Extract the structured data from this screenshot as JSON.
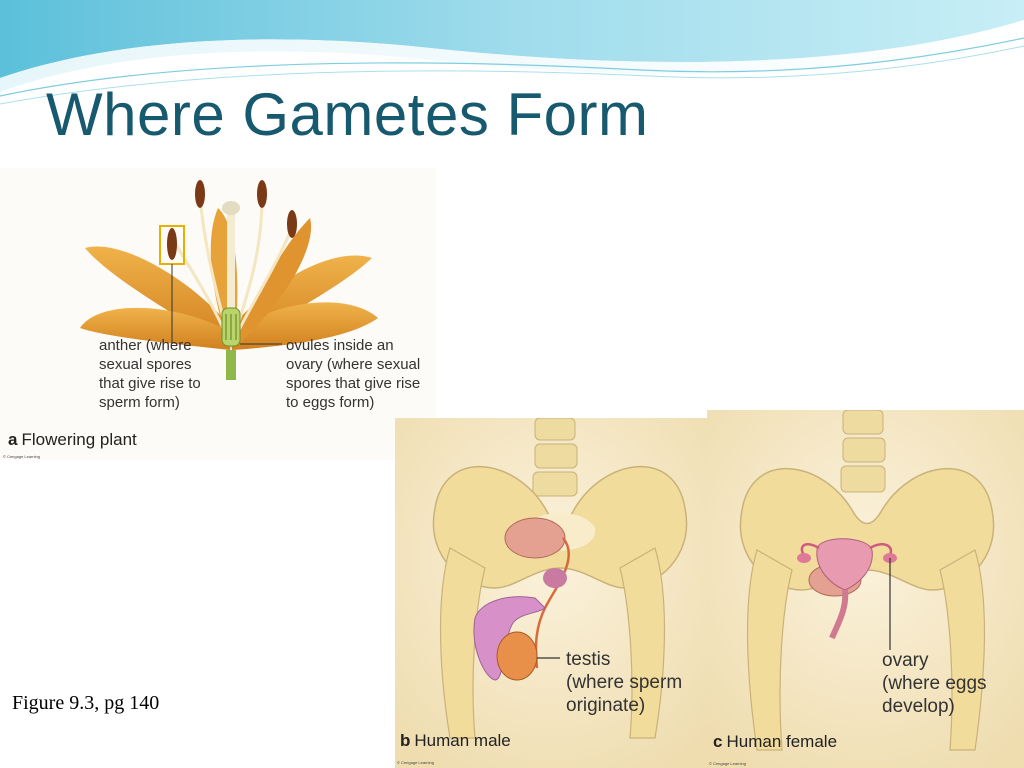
{
  "slide": {
    "title": "Where Gametes Form",
    "figure_note": "Figure 9.3, pg 140"
  },
  "panels": {
    "plant": {
      "letter": "a",
      "caption": "Flowering plant",
      "copyright": "© Cengage Learning",
      "anther_label": [
        "anther (where",
        "sexual spores",
        "that give rise to",
        "sperm form)"
      ],
      "ovule_label": [
        "ovules inside an",
        "ovary (where sexual",
        "spores that give rise",
        "to eggs form)"
      ]
    },
    "male": {
      "letter": "b",
      "caption": "Human male",
      "copyright": "© Cengage Learning",
      "testis_label": [
        "testis",
        "(where sperm",
        "originate)"
      ]
    },
    "female": {
      "letter": "c",
      "caption": "Human female",
      "copyright": "© Cengage Learning",
      "ovary_label": [
        "ovary",
        "(where eggs",
        "develop)"
      ]
    }
  },
  "colors": {
    "title": "#17596e",
    "header_wave": "#7fcde0",
    "petal": "#e0962e",
    "bone": "#f0dc9c",
    "organ": "#e08a8a"
  }
}
